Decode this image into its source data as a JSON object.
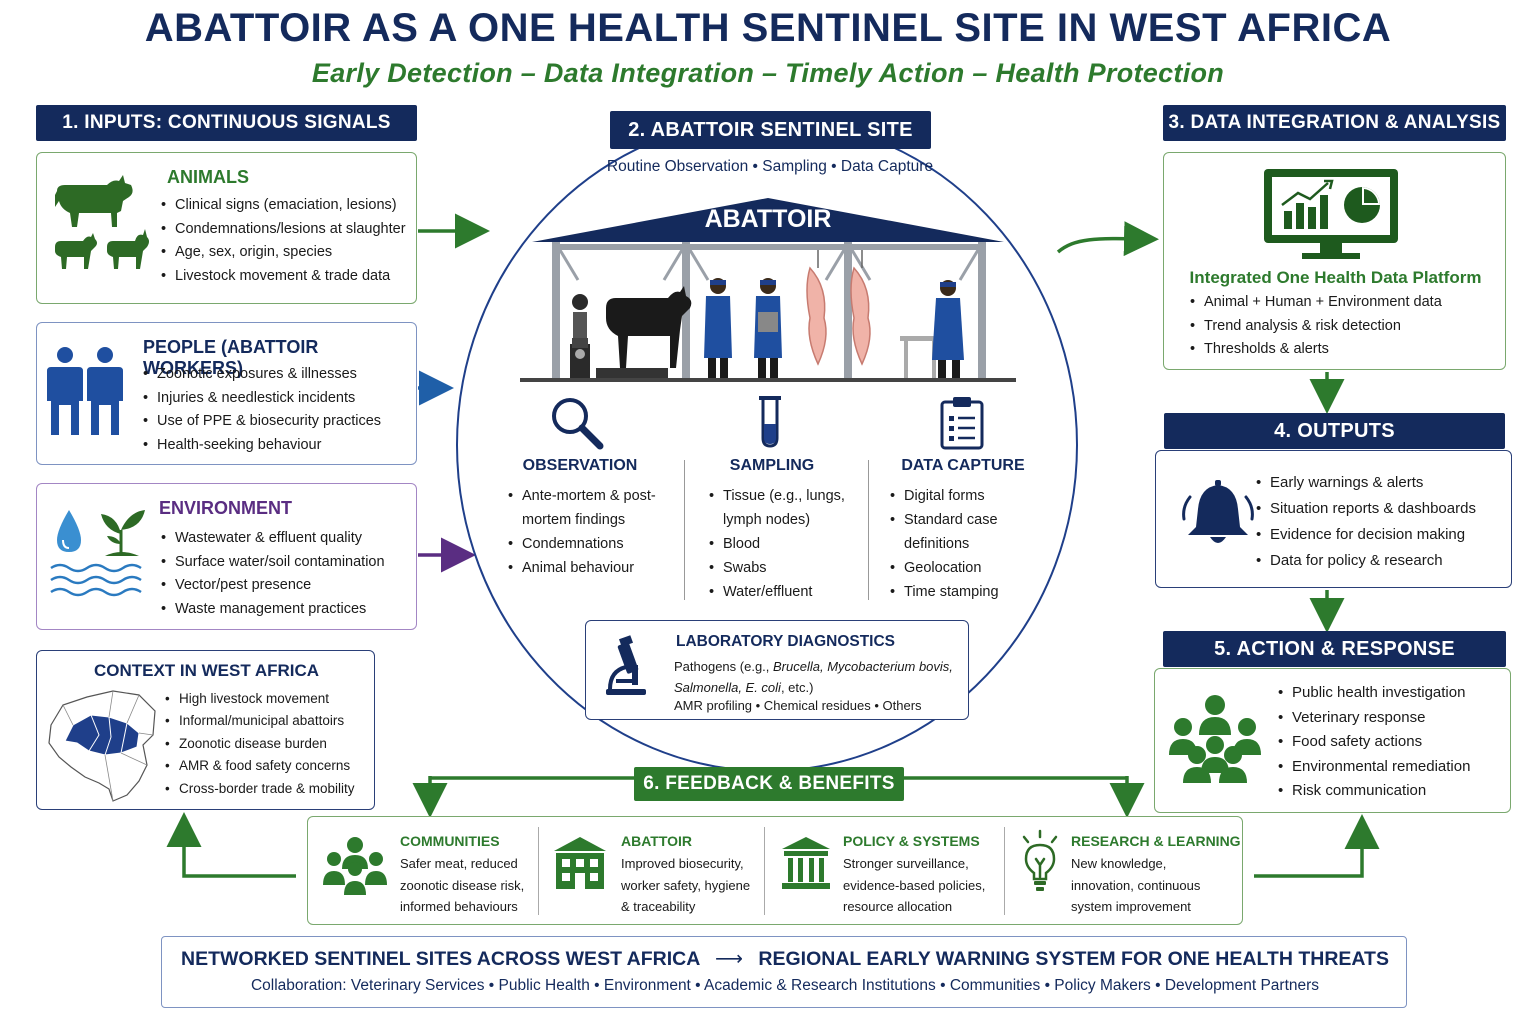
{
  "title": "ABATTOIR AS A ONE HEALTH SENTINEL SITE IN WEST AFRICA",
  "subtitle": "Early Detection – Data Integration – Timely Action – Health Protection",
  "inputs": {
    "header": "1. INPUTS: CONTINUOUS SIGNALS",
    "animals": {
      "title": "ANIMALS",
      "items": [
        "Clinical signs (emaciation, lesions)",
        "Condemnations/lesions at slaughter",
        "Age, sex, origin, species",
        "Livestock movement & trade data"
      ]
    },
    "people": {
      "title": "PEOPLE (ABATTOIR WORKERS)",
      "items": [
        "Zoonotic exposures & illnesses",
        "Injuries & needlestick incidents",
        "Use of PPE & biosecurity practices",
        "Health-seeking behaviour"
      ]
    },
    "environment": {
      "title": "ENVIRONMENT",
      "items": [
        "Wastewater & effluent quality",
        "Surface water/soil contamination",
        "Vector/pest presence",
        "Waste management practices"
      ]
    },
    "context": {
      "title": "CONTEXT IN WEST AFRICA",
      "items": [
        "High livestock movement",
        "Informal/municipal abattoirs",
        "Zoonotic disease burden",
        "AMR & food safety concerns",
        "Cross-border trade & mobility"
      ]
    }
  },
  "sentinel": {
    "header": "2. ABATTOIR SENTINEL SITE",
    "tagline": "Routine Observation • Sampling • Data Capture",
    "building_label": "ABATTOIR",
    "observation": {
      "title": "OBSERVATION",
      "items": [
        "Ante-mortem & post-mortem findings",
        "Condemnations",
        "Animal behaviour"
      ]
    },
    "sampling": {
      "title": "SAMPLING",
      "items": [
        "Tissue (e.g., lungs, lymph nodes)",
        "Blood",
        "Swabs",
        "Water/effluent"
      ]
    },
    "data_capture": {
      "title": "DATA CAPTURE",
      "items": [
        "Digital forms",
        "Standard case definitions",
        "Geolocation",
        "Time stamping"
      ]
    },
    "lab": {
      "title": "LABORATORY DIAGNOSTICS",
      "line1_prefix": "Pathogens (e.g., ",
      "line1_italic": "Brucella, Mycobacterium bovis,",
      "line2_italic": "Salmonella, E. coli",
      "line2_suffix": ", etc.)",
      "line3": "AMR profiling • Chemical residues • Others"
    }
  },
  "integration": {
    "header": "3. DATA INTEGRATION & ANALYSIS",
    "platform_title": "Integrated One Health Data Platform",
    "items": [
      "Animal + Human + Environment data",
      "Trend analysis & risk detection",
      "Thresholds & alerts"
    ]
  },
  "outputs": {
    "header": "4. OUTPUTS",
    "items": [
      "Early warnings & alerts",
      "Situation reports & dashboards",
      "Evidence for decision making",
      "Data for policy & research"
    ]
  },
  "action": {
    "header": "5. ACTION & RESPONSE",
    "items": [
      "Public health investigation",
      "Veterinary response",
      "Food safety actions",
      "Environmental remediation",
      "Risk communication"
    ]
  },
  "feedback": {
    "header": "6. FEEDBACK & BENEFITS",
    "benefits": [
      {
        "title": "COMMUNITIES",
        "lines": [
          "Safer meat, reduced",
          "zoonotic disease risk,",
          "informed behaviours"
        ]
      },
      {
        "title": "ABATTOIR",
        "lines": [
          "Improved biosecurity,",
          "worker safety, hygiene",
          "& traceability"
        ]
      },
      {
        "title": "POLICY & SYSTEMS",
        "lines": [
          "Stronger surveillance,",
          "evidence-based policies,",
          "resource allocation"
        ]
      },
      {
        "title": "RESEARCH & LEARNING",
        "lines": [
          "New knowledge,",
          "innovation, continuous",
          "system improvement"
        ]
      }
    ]
  },
  "network": {
    "left": "NETWORKED SENTINEL SITES ACROSS WEST AFRICA",
    "arrow": "⟶",
    "right": "REGIONAL EARLY WARNING SYSTEM FOR ONE HEALTH THREATS",
    "collab": "Collaboration: Veterinary Services • Public Health • Environment • Academic & Research Institutions • Communities • Policy Makers • Development Partners"
  },
  "colors": {
    "navy": "#142a5c",
    "green": "#2d7a2d",
    "purple": "#5a2d82",
    "blue_arrow": "#1f5fa8"
  }
}
